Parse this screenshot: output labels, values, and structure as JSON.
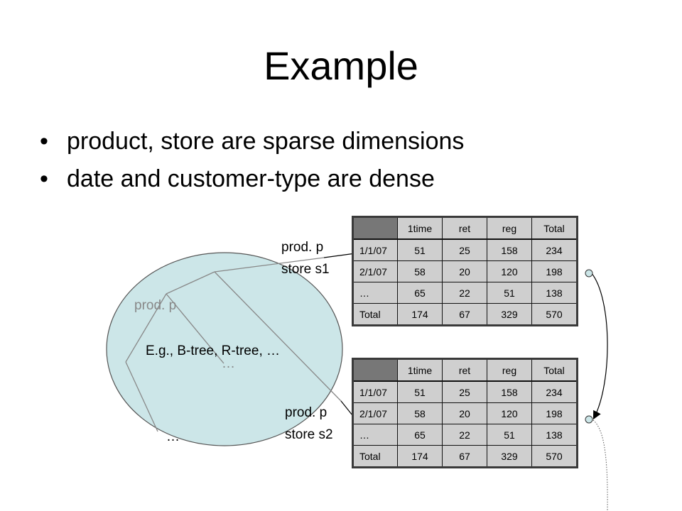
{
  "slide": {
    "title": "Example",
    "bullets": [
      {
        "marker": "•",
        "text": "product, store are sparse dimensions"
      },
      {
        "marker": "•",
        "text": "date and customer-type are dense"
      }
    ]
  },
  "diagram": {
    "index_label": "E.g., B-tree, R-tree, …",
    "inner_label": "prod. p",
    "ellipsis_middle": "…",
    "ellipsis_bottom": "…",
    "leaf1_label": [
      "prod. p",
      "store s1"
    ],
    "leaf2_label": [
      "prod. p",
      "store s2"
    ],
    "colors": {
      "index_fill": "#cce6e8",
      "table_fill": "#cfcfcf",
      "table_corner": "#777777"
    }
  },
  "tables": [
    {
      "headers": [
        "1time",
        "ret",
        "reg",
        "Total"
      ],
      "rows": [
        {
          "label": "1/1/07",
          "values": [
            "51",
            "25",
            "158",
            "234"
          ]
        },
        {
          "label": "2/1/07",
          "values": [
            "58",
            "20",
            "120",
            "198"
          ]
        },
        {
          "label": "…",
          "values": [
            "65",
            "22",
            "51",
            "138"
          ]
        },
        {
          "label": "Total",
          "values": [
            "174",
            "67",
            "329",
            "570"
          ]
        }
      ]
    },
    {
      "headers": [
        "1time",
        "ret",
        "reg",
        "Total"
      ],
      "rows": [
        {
          "label": "1/1/07",
          "values": [
            "51",
            "25",
            "158",
            "234"
          ]
        },
        {
          "label": "2/1/07",
          "values": [
            "58",
            "20",
            "120",
            "198"
          ]
        },
        {
          "label": "…",
          "values": [
            "65",
            "22",
            "51",
            "138"
          ]
        },
        {
          "label": "Total",
          "values": [
            "174",
            "67",
            "329",
            "570"
          ]
        }
      ]
    }
  ]
}
